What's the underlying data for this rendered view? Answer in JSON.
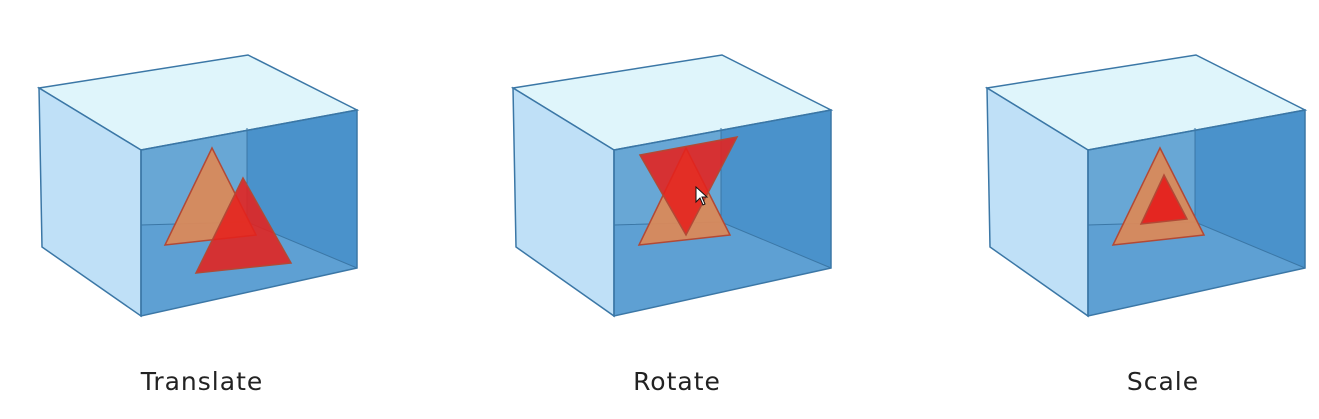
{
  "panels": [
    {
      "label": "Translate"
    },
    {
      "label": "Rotate"
    },
    {
      "label": "Scale"
    }
  ],
  "colors": {
    "box_top": "#dff5fb",
    "box_face": "#bfe0f7",
    "box_back": "#68a7d5",
    "box_floor": "#5ea0d3",
    "box_right": "#4a92cb",
    "box_edge": "#3b77a6",
    "triangle_orange": "#d9895a",
    "triangle_red": "#e5211d",
    "triangle_edge": "#b24936"
  }
}
